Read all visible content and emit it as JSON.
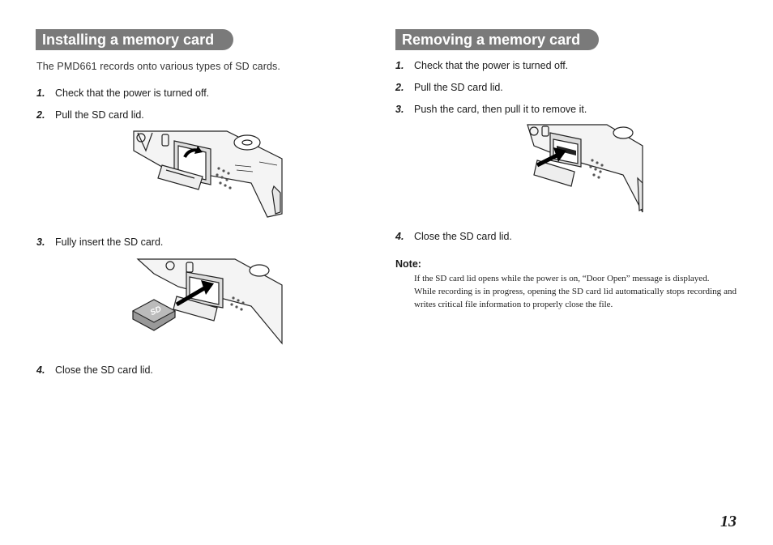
{
  "left": {
    "heading": "Installing a memory card",
    "intro": "The PMD661 records onto various types of SD cards.",
    "steps": [
      {
        "num": "1.",
        "text": "Check that the power is turned off."
      },
      {
        "num": "2.",
        "text": "Pull the SD card lid."
      },
      {
        "num": "3.",
        "text": "Fully insert the SD card."
      },
      {
        "num": "4.",
        "text": "Close the SD card lid."
      }
    ],
    "sd_card_label": "SD"
  },
  "right": {
    "heading": "Removing a memory card",
    "steps": [
      {
        "num": "1.",
        "text": "Check that the power is turned off."
      },
      {
        "num": "2.",
        "text": "Pull the SD card lid."
      },
      {
        "num": "3.",
        "text": "Push the card, then pull it to remove it."
      },
      {
        "num": "4.",
        "text": "Close the SD card lid."
      }
    ],
    "note": {
      "title": "Note:",
      "paragraphs": [
        "If the SD card lid opens while the power is on, “Door Open” message is displayed.",
        "While recording is in progress, opening the SD card lid automatically stops recording and writes critical file information to properly close the file."
      ]
    }
  },
  "page_number": "13"
}
